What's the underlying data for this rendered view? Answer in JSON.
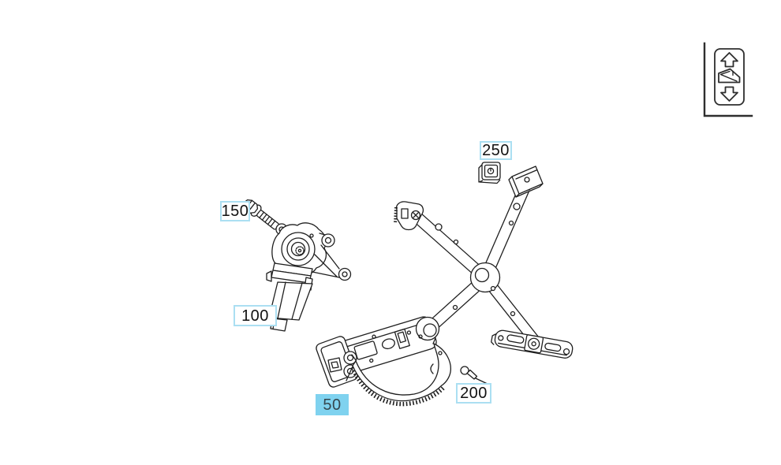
{
  "diagram": {
    "name": "window-regulator-parts-diagram",
    "background": "#ffffff",
    "line_color": "#1f1f1f"
  },
  "colors": {
    "callout_border": "#abdff2",
    "callout_selected_fill": "#7fd2ef",
    "callout_text": "#111111",
    "callout_selected_text": "#36474f",
    "frame_line": "#2e2e2e"
  },
  "callouts": [
    {
      "label": "150",
      "part": "hex-bolt",
      "selected": false
    },
    {
      "label": "100",
      "part": "window-lifter-motor",
      "selected": false
    },
    {
      "label": "250",
      "part": "clip",
      "selected": false
    },
    {
      "label": "200",
      "part": "screw",
      "selected": false
    },
    {
      "label": "50",
      "part": "window-regulator-assembly",
      "selected": true
    }
  ],
  "parts": [
    {
      "callout": "50",
      "name": "window-regulator-assembly"
    },
    {
      "callout": "100",
      "name": "window-lifter-motor"
    },
    {
      "callout": "150",
      "name": "hex-bolt"
    },
    {
      "callout": "200",
      "name": "screw"
    },
    {
      "callout": "250",
      "name": "clip"
    }
  ],
  "legend": {
    "icon": "window-lifter-switch-icon",
    "symbols": [
      "up-arrow-icon",
      "door-window-icon",
      "down-arrow-icon"
    ]
  }
}
